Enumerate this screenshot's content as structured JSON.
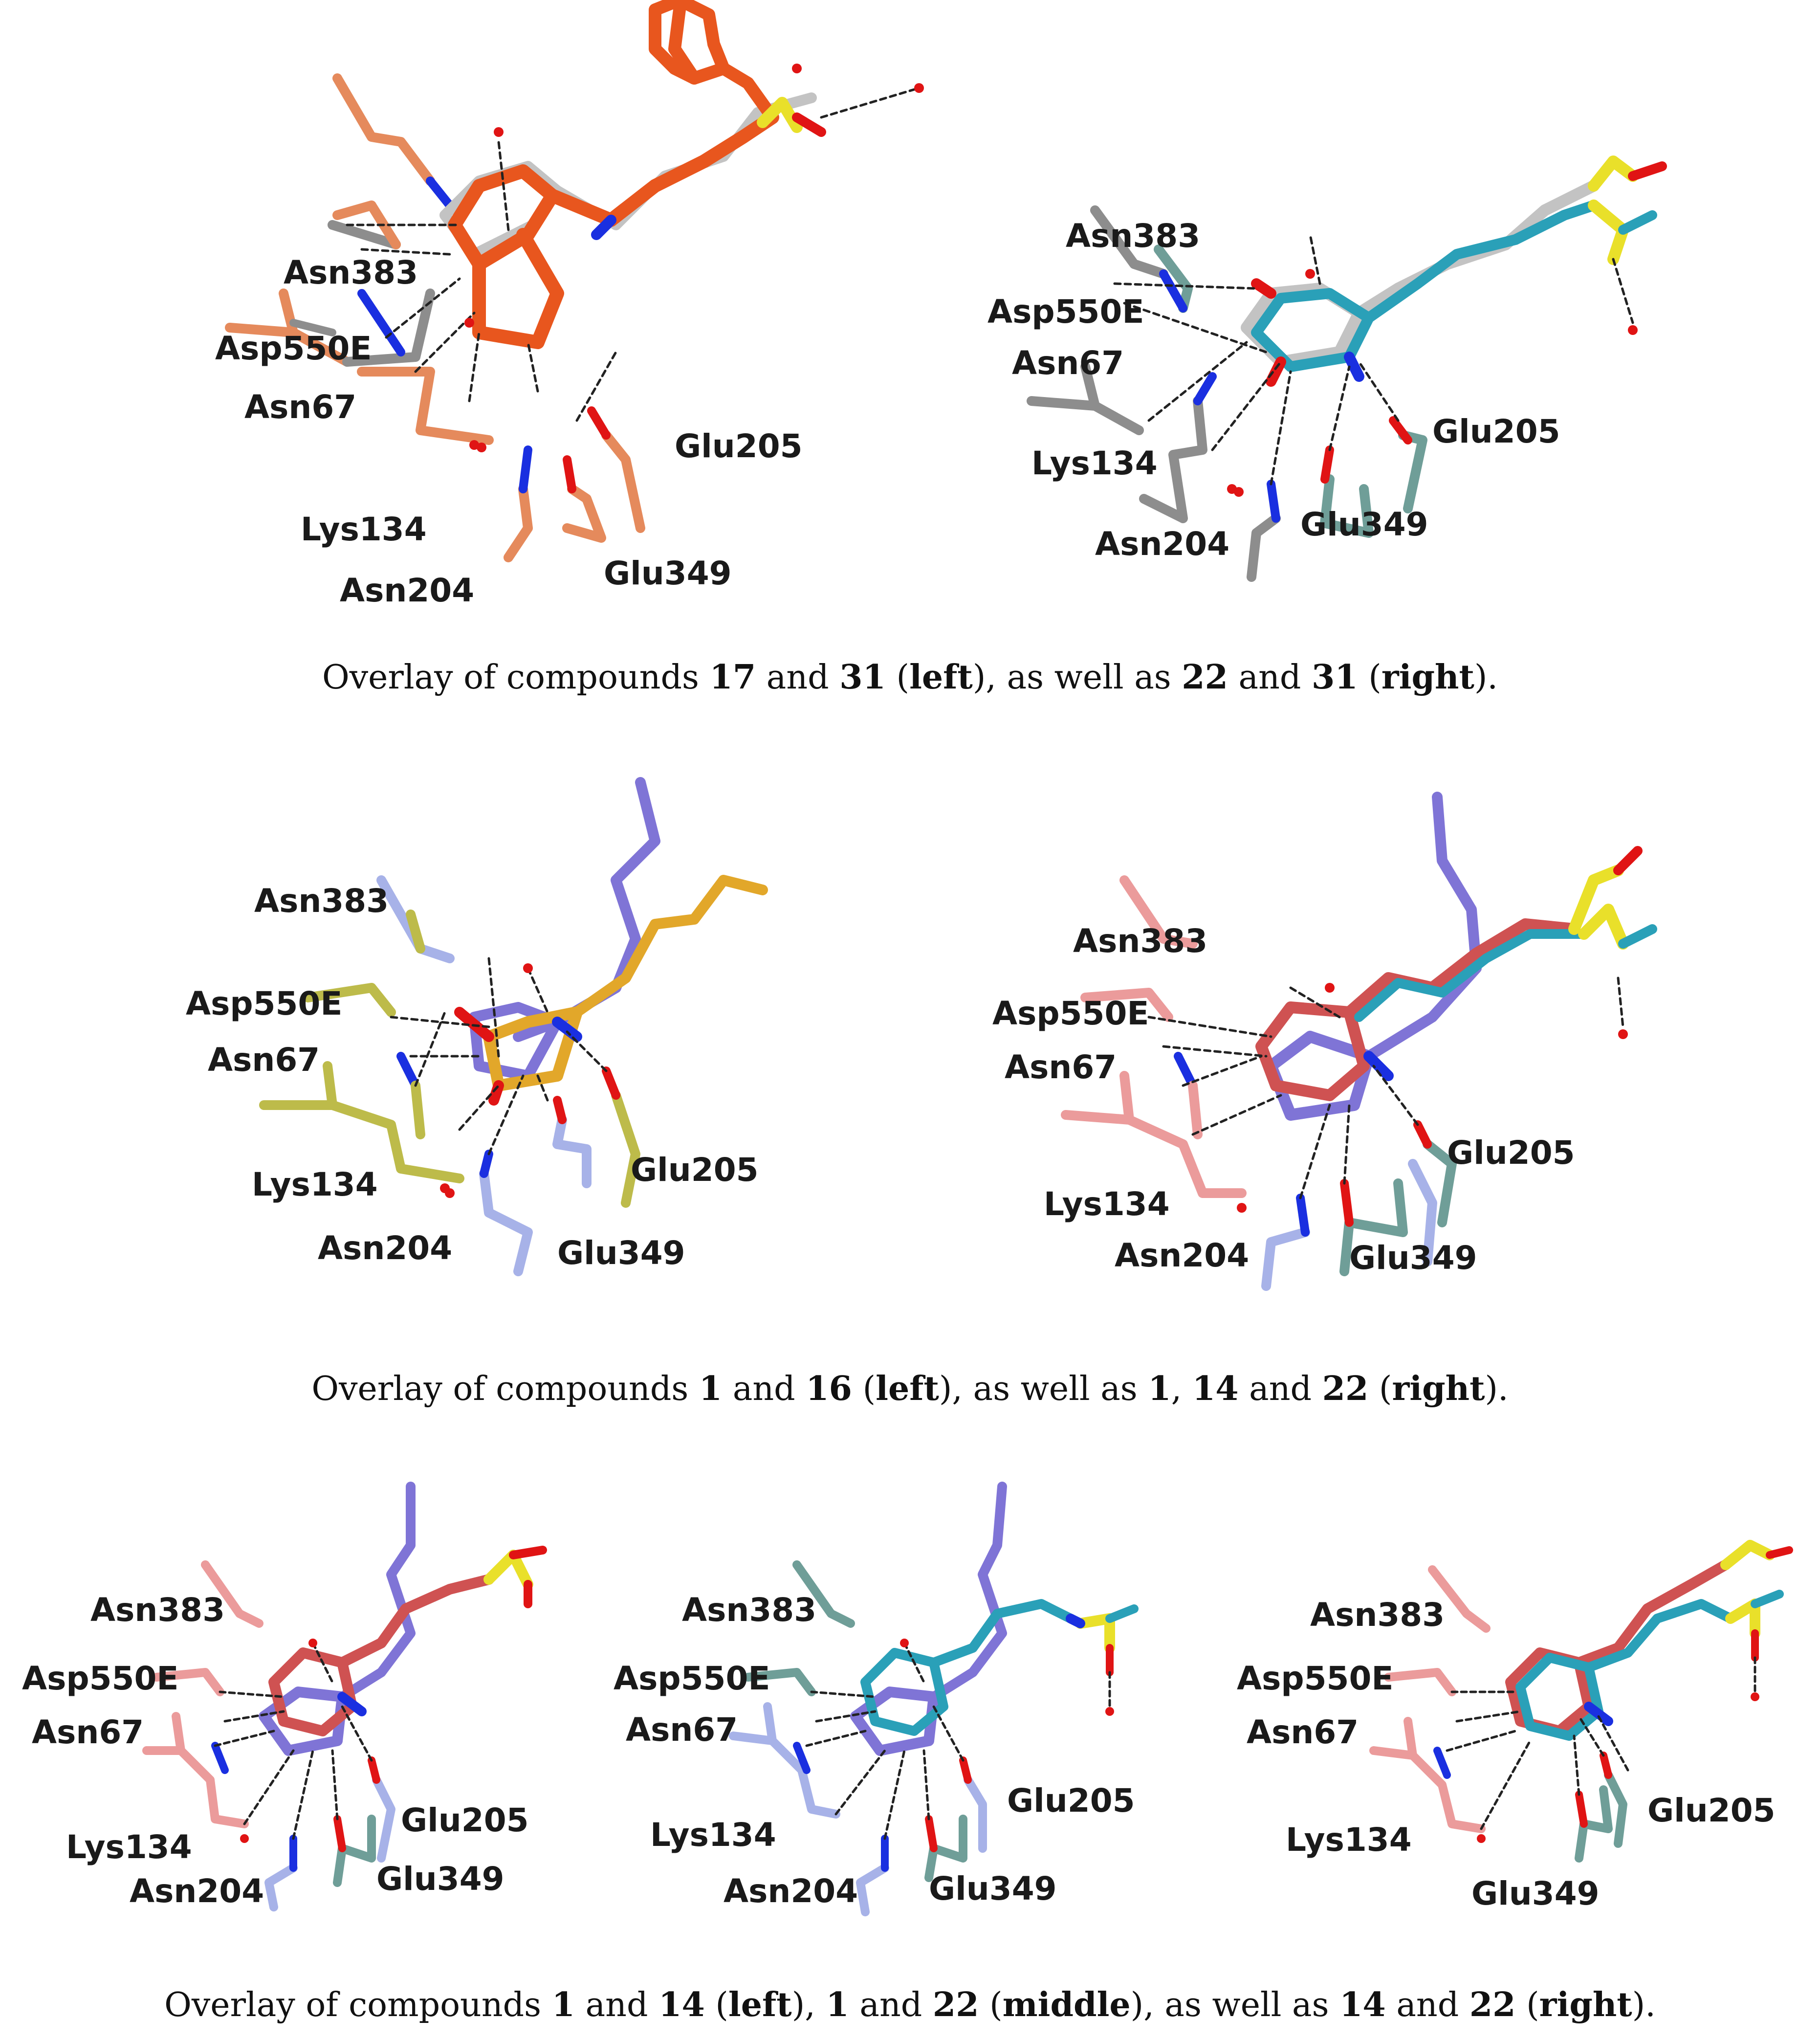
{
  "colors": {
    "carbon_17": "#e8561e",
    "carbon_31": "#c3c3c3",
    "carbon_22": "#2aa0b8",
    "carbon_1": "#7f74d6",
    "carbon_16": "#e2a72a",
    "carbon_14": "#cf5252",
    "res_17": "#e58a5c",
    "res_31": "#8d8d8d",
    "res_22": "#6f9e98",
    "res_1": "#a7b2e8",
    "res_16": "#bdbb4a",
    "res_14": "#eb9b9b",
    "oxygen": "#e01414",
    "nitrogen": "#1a2fe0",
    "sulfur": "#e9e02a"
  },
  "panels": {
    "p1": {
      "labels": {
        "asn383": "Asn383",
        "asp550e": "Asp550E",
        "asn67": "Asn67",
        "lys134": "Lys134",
        "asn204": "Asn204",
        "glu205": "Glu205",
        "glu349": "Glu349"
      }
    },
    "p2": {
      "labels": {
        "asn383": "Asn383",
        "asp550e": "Asp550E",
        "asn67": "Asn67",
        "lys134": "Lys134",
        "asn204": "Asn204",
        "glu205": "Glu205",
        "glu349": "Glu349"
      }
    },
    "p3": {
      "labels": {
        "asn383": "Asn383",
        "asp550e": "Asp550E",
        "asn67": "Asn67",
        "lys134": "Lys134",
        "asn204": "Asn204",
        "glu205": "Glu205",
        "glu349": "Glu349"
      }
    },
    "p4": {
      "labels": {
        "asn383": "Asn383",
        "asp550e": "Asp550E",
        "asn67": "Asn67",
        "lys134": "Lys134",
        "asn204": "Asn204",
        "glu205": "Glu205",
        "glu349": "Glu349"
      }
    },
    "p5": {
      "labels": {
        "asn383": "Asn383",
        "asp550e": "Asp550E",
        "asn67": "Asn67",
        "lys134": "Lys134",
        "asn204": "Asn204",
        "glu205": "Glu205",
        "glu349": "Glu349"
      }
    },
    "p6": {
      "labels": {
        "asn383": "Asn383",
        "asp550e": "Asp550E",
        "asn67": "Asn67",
        "lys134": "Lys134",
        "asn204": "Asn204",
        "glu205": "Glu205",
        "glu349": "Glu349"
      }
    },
    "p7": {
      "labels": {
        "asn383": "Asn383",
        "asp550e": "Asp550E",
        "asn67": "Asn67",
        "lys134": "Lys134",
        "glu205": "Glu205",
        "glu349": "Glu349"
      }
    }
  },
  "captions": {
    "c1": [
      {
        "t": "Overlay of compounds "
      },
      {
        "t": "17",
        "b": true
      },
      {
        "t": " and "
      },
      {
        "t": "31",
        "b": true
      },
      {
        "t": " ("
      },
      {
        "t": "left",
        "b": true
      },
      {
        "t": "), as well as "
      },
      {
        "t": "22",
        "b": true
      },
      {
        "t": " and "
      },
      {
        "t": "31",
        "b": true
      },
      {
        "t": " ("
      },
      {
        "t": "right",
        "b": true
      },
      {
        "t": ")."
      }
    ],
    "c2": [
      {
        "t": "Overlay of compounds "
      },
      {
        "t": "1",
        "b": true
      },
      {
        "t": " and "
      },
      {
        "t": "16",
        "b": true
      },
      {
        "t": " ("
      },
      {
        "t": "left",
        "b": true
      },
      {
        "t": "), as well as "
      },
      {
        "t": "1",
        "b": true
      },
      {
        "t": ", "
      },
      {
        "t": "14",
        "b": true
      },
      {
        "t": " and "
      },
      {
        "t": "22",
        "b": true
      },
      {
        "t": " ("
      },
      {
        "t": "right",
        "b": true
      },
      {
        "t": ")."
      }
    ],
    "c3": [
      {
        "t": "Overlay of compounds "
      },
      {
        "t": "1",
        "b": true
      },
      {
        "t": " and "
      },
      {
        "t": "14",
        "b": true
      },
      {
        "t": " ("
      },
      {
        "t": "left",
        "b": true
      },
      {
        "t": "), "
      },
      {
        "t": "1",
        "b": true
      },
      {
        "t": " and "
      },
      {
        "t": "22",
        "b": true
      },
      {
        "t": " ("
      },
      {
        "t": "middle",
        "b": true
      },
      {
        "t": "), as well as "
      },
      {
        "t": "14",
        "b": true
      },
      {
        "t": " and "
      },
      {
        "t": "22",
        "b": true
      },
      {
        "t": " ("
      },
      {
        "t": "right",
        "b": true
      },
      {
        "t": ")."
      }
    ]
  }
}
